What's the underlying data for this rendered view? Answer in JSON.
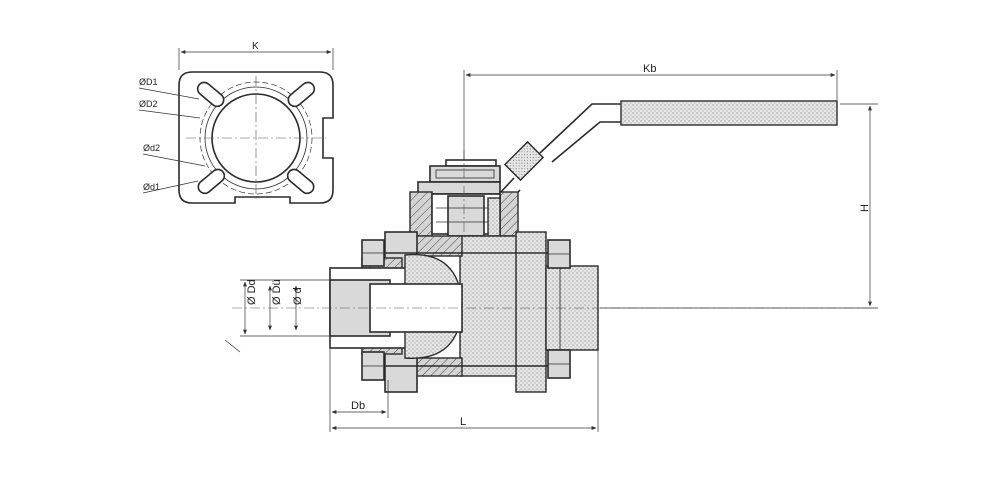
{
  "labels": {
    "k": "K",
    "od1_upper": "ØD1",
    "od2": "ØD2",
    "od_d2": "Ød2",
    "od_d1": "Ød1",
    "kb": "Kb",
    "h": "H",
    "dd": "Ø Dd",
    "du": "Ø Dü",
    "d": "Ø d",
    "db": "Db",
    "l": "L"
  },
  "colors": {
    "line": "#2b2b2b",
    "fill": "#d9d9d9",
    "background": "#ffffff"
  }
}
